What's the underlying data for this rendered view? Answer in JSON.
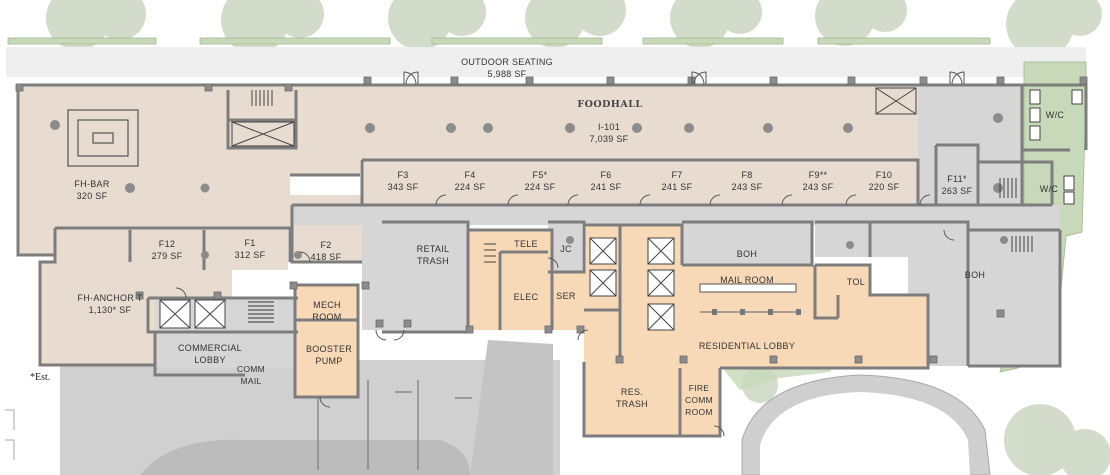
{
  "colors": {
    "retail": "#e8dbcf",
    "back_of_house": "#d6d6d6",
    "residential": "#f8d9b7",
    "landscape": "#c7d9b8",
    "walls": "#7d7d7d"
  },
  "labels": {
    "outdoor_seating": "OUTDOOR SEATING",
    "outdoor_seating_sf": "5,988 SF",
    "foodhall": "FOODHALL",
    "i101": "I-101",
    "i101_sf": "7,039 SF",
    "f3": "F3",
    "f3_sf": "343 SF",
    "f4": "F4",
    "f4_sf": "224 SF",
    "f5": "F5*",
    "f5_sf": "224 SF",
    "f6": "F6",
    "f6_sf": "241 SF",
    "f7": "F7",
    "f7_sf": "241 SF",
    "f8": "F8",
    "f8_sf": "243 SF",
    "f9": "F9**",
    "f9_sf": "243 SF",
    "f10": "F10",
    "f10_sf": "220 SF",
    "f11": "F11*",
    "f11_sf": "263 SF",
    "wc_top": "W/C",
    "wc_bottom": "W/C",
    "fh_bar": "FH-BAR",
    "fh_bar_sf": "320 SF",
    "f12": "F12",
    "f12_sf": "279 SF",
    "f1": "F1",
    "f1_sf": "312 SF",
    "f2": "F2",
    "f2_sf": "418 SF",
    "fh_anchor": "FH-ANCHOR T",
    "fh_anchor_sf": "1,130* SF",
    "retail_trash_1": "RETAIL",
    "retail_trash_2": "TRASH",
    "tele": "TELE",
    "jc": "JC",
    "elec": "ELEC",
    "ser": "SER",
    "boh_center": "BOH",
    "boh_right": "BOH",
    "mail_room": "MAIL ROOM",
    "tol": "TOL",
    "residential_lobby": "RESIDENTIAL LOBBY",
    "mech_1": "MECH",
    "mech_2": "ROOM",
    "booster_1": "BOOSTER",
    "booster_2": "PUMP",
    "commercial_1": "COMMERCIAL",
    "commercial_2": "LOBBY",
    "comm_mail_1": "COMM",
    "comm_mail_2": "MAIL",
    "res_trash_1": "RES.",
    "res_trash_2": "TRASH",
    "fire_1": "FIRE",
    "fire_2": "COMM",
    "fire_3": "ROOM",
    "estimate_note": "*Est."
  }
}
